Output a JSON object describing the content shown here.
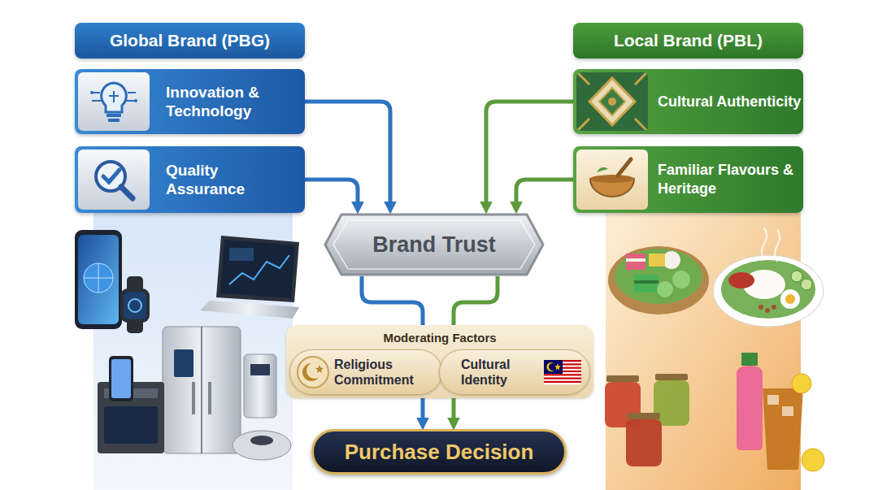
{
  "diagram": {
    "nodes": [
      {
        "text": [
          "Global Brand (PBG)"
        ]
      },
      {
        "text": [
          "Local Brand (PBL)"
        ]
      },
      {
        "text": [
          "Innovation & Technology"
        ]
      },
      {
        "text": [
          "Cultural Authenticity"
        ]
      },
      {
        "text": [
          "Quality Assurance"
        ]
      },
      {
        "text": [
          "Familiar Flavours & Heritage"
        ]
      },
      {
        "text": [
          "Brand Trust"
        ]
      },
      {
        "text": [
          "Moderating Factors"
        ]
      },
      {
        "text": [
          "Religious Commitment"
        ],
        "in": 7
      },
      {
        "text": [
          "Cultural Identity"
        ],
        "in": 7
      },
      {
        "text": [
          "Purchase Decision"
        ]
      }
    ],
    "edges": [
      {
        "from": 2,
        "to": 6,
        "arrow": "to"
      },
      {
        "from": 4,
        "to": 6,
        "arrow": "to"
      },
      {
        "from": 3,
        "to": 6,
        "arrow": "to"
      },
      {
        "from": 5,
        "to": 6,
        "arrow": "to"
      },
      {
        "from": 6,
        "to": 10,
        "arrow": "to"
      },
      {
        "from": 6,
        "to": 10,
        "arrow": "to"
      }
    ]
  }
}
